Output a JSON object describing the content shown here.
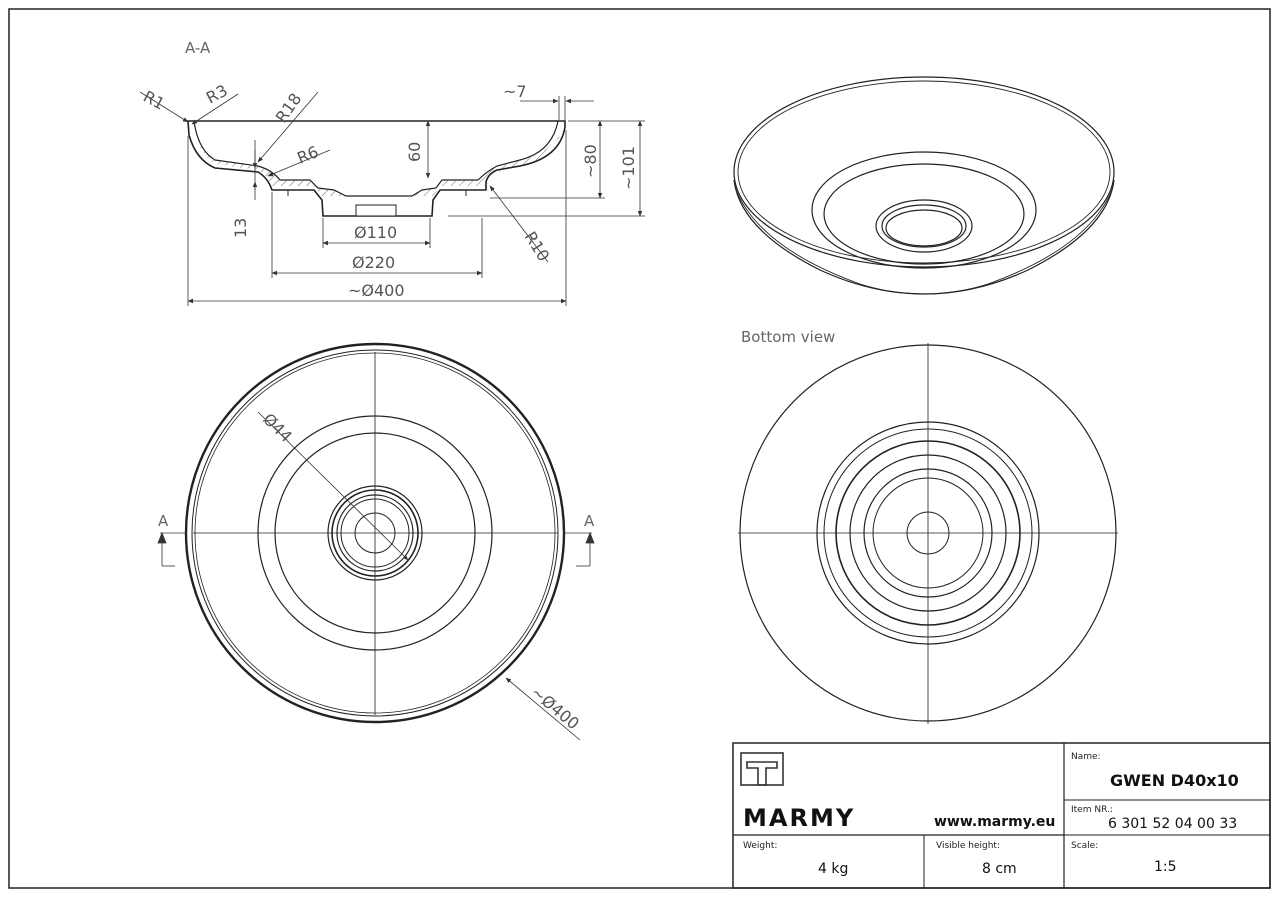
{
  "views": {
    "section_label": "A-A",
    "bottom_label": "Bottom view",
    "cut_marker": "A"
  },
  "section_dims": {
    "r1": "R1",
    "r3": "R3",
    "r18": "R18",
    "r6": "R6",
    "r10": "R10",
    "h60": "60",
    "h13": "13",
    "h80": "~80",
    "h101": "~101",
    "w7": "~7",
    "d110": "Ø110",
    "d220": "Ø220",
    "d400": "~Ø400"
  },
  "top_dims": {
    "d44": "Ø44",
    "d400": "~Ø400"
  },
  "title_block": {
    "brand": "MARMY",
    "website": "www.marmy.eu",
    "name_label": "Name:",
    "name_value": "GWEN D40x10",
    "item_label": "Item NR.:",
    "item_value": "6 301 52 04 00 33",
    "weight_label": "Weight:",
    "weight_value": "4 kg",
    "height_label": "Visible height:",
    "height_value": "8 cm",
    "scale_label": "Scale:",
    "scale_value": "1:5"
  }
}
